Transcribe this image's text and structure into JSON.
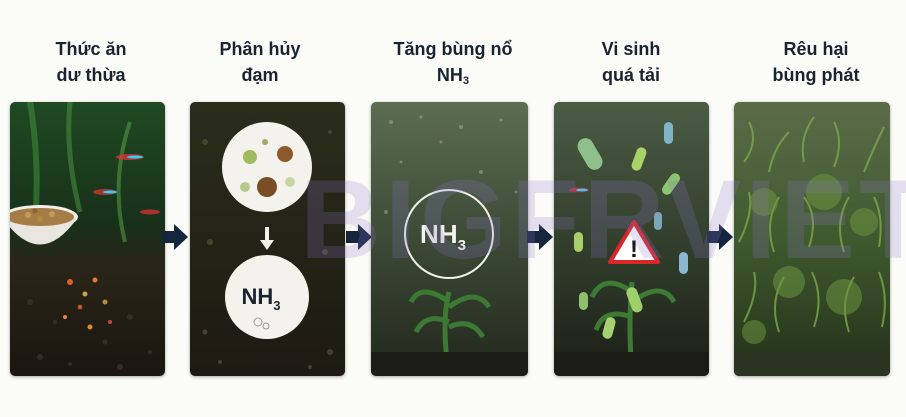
{
  "steps": [
    {
      "title": [
        "Thức ăn",
        "dư thừa"
      ]
    },
    {
      "title": [
        "Phân hủy",
        "đạm"
      ]
    },
    {
      "title": [
        "Tăng bùng nổ",
        "NH"
      ],
      "title_sub": "3"
    },
    {
      "title": [
        "Vi sinh",
        "quá tải"
      ]
    },
    {
      "title": [
        "Rêu hại",
        "bùng phát"
      ]
    }
  ],
  "labels": {
    "nh3_main": "NH",
    "nh3_sub": "3",
    "warning_mark": "!"
  },
  "watermark": "BIGFRVIET",
  "colors": {
    "arrow": "#15253d",
    "title": "#1b2330",
    "warning": "#d8262a"
  }
}
